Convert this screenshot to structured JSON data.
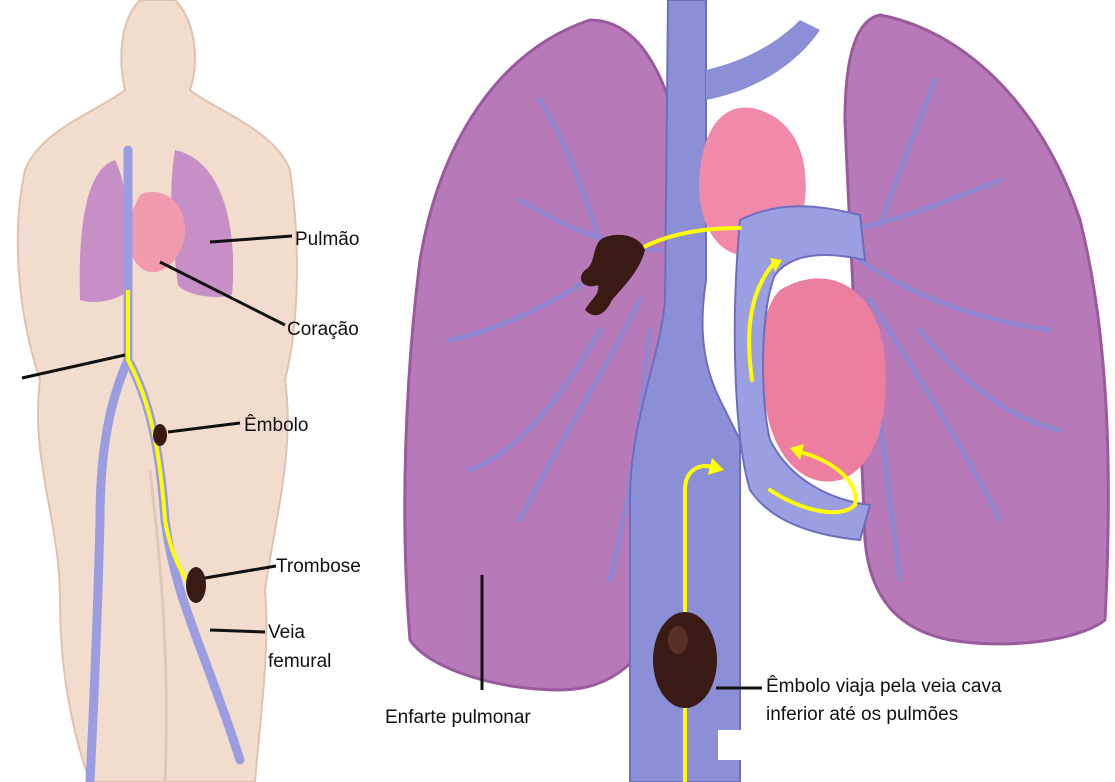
{
  "labels": {
    "pulmao": "Pulmão",
    "coracao": "Coração",
    "embolo": "Êmbolo",
    "trombose": "Trombose",
    "veia_femural_line1": "Veia",
    "veia_femural_line2": "femural",
    "enfarte": "Enfarte pulmonar",
    "embolo_viaja_line1": "Êmbolo viaja pela veia cava",
    "embolo_viaja_line2": "inferior até os pulmões"
  },
  "colors": {
    "lung": "#b879b8",
    "lung_dark": "#9a5a9e",
    "vessel": "#8b8fd6",
    "vessel_dark": "#6c6fbf",
    "heart": "#f08aa8",
    "skin": "#f2dccd",
    "clot": "#3a1a14",
    "arrow": "#ffff00",
    "leader": "#111111"
  }
}
